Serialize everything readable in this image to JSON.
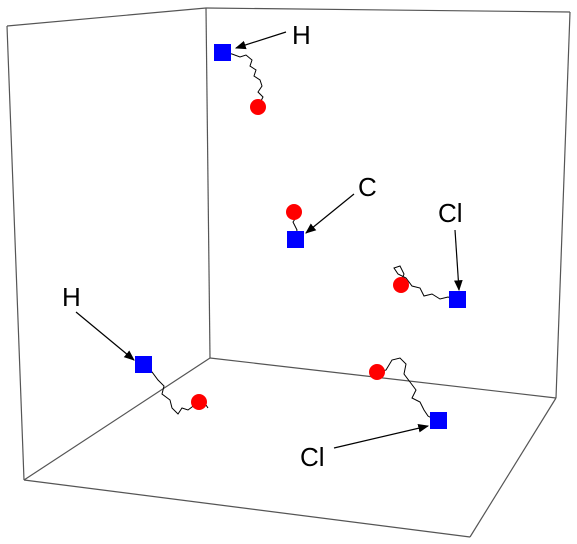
{
  "colors": {
    "start_marker": "#0000ff",
    "end_marker": "#ff0000",
    "trajectory": "#000000",
    "box_edges": "#555555",
    "background": "#ffffff"
  },
  "icons": {
    "start": "blue-square-marker",
    "end": "red-circle-marker"
  },
  "atoms": [
    {
      "id": "h-top",
      "label": "H"
    },
    {
      "id": "c-center",
      "label": "C"
    },
    {
      "id": "cl-right",
      "label": "Cl"
    },
    {
      "id": "h-left",
      "label": "H"
    },
    {
      "id": "cl-bottom",
      "label": "Cl"
    }
  ]
}
